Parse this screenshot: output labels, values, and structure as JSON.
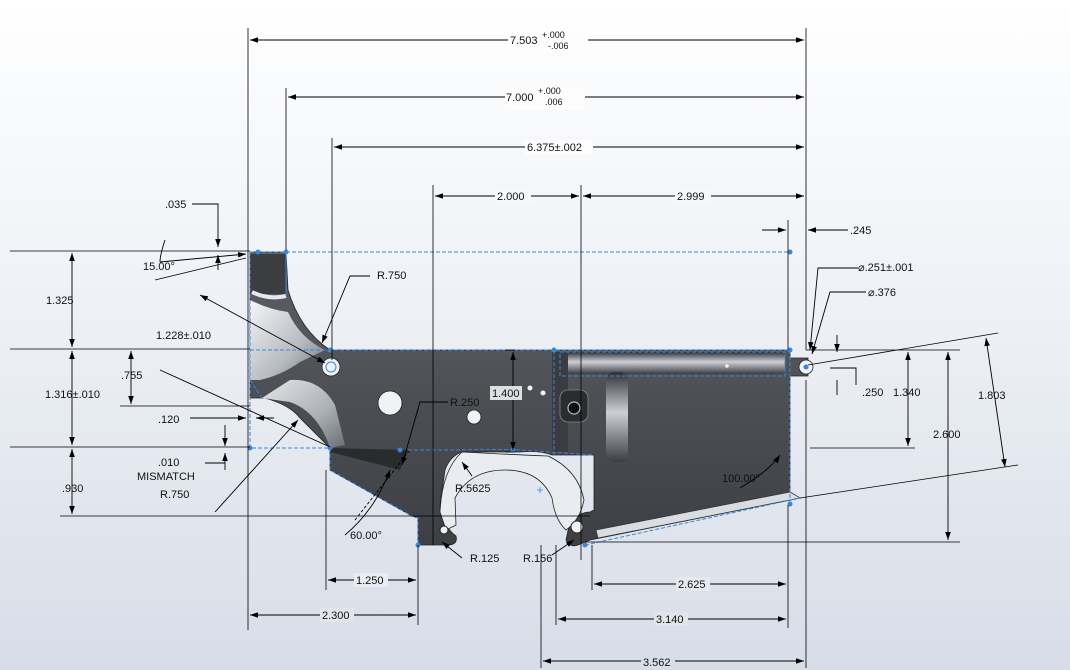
{
  "dimensions": {
    "overall_length": "7.503",
    "overall_tol_plus": "+.000",
    "overall_tol_minus": "-.006",
    "length_7": "7.000",
    "length_7_tol_plus": "+.000",
    "length_7_tol_minus": ".006",
    "length_6375": "6.375±.002",
    "dim_2000": "2.000",
    "dim_2999": "2.999",
    "dim_035": ".035",
    "dim_245": ".245",
    "angle_15": "15.00°",
    "radius_750_top": "R.750",
    "dia_251": "⌀.251±.001",
    "dia_376": "⌀.376",
    "dim_1325": "1.325",
    "dim_1228": "1.228±.010",
    "dim_1316": "1.316±.010",
    "dim_755": ".755",
    "dim_120": ".120",
    "radius_250": "R.250",
    "dim_1400": "1.400",
    "dim_010": ".010",
    "mismatch": "MISMATCH",
    "radius_750_bottom": "R.750",
    "dim_930": ".930",
    "radius_5625": "R.5625",
    "angle_60": "60.00°",
    "radius_125": "R.125",
    "radius_156": "R.156",
    "dim_1250": "1.250",
    "dim_2300": "2.300",
    "dim_2625": "2.625",
    "dim_3140": "3.140",
    "dim_3562": "3.562",
    "angle_100": "100.00°",
    "dim_250": ".250",
    "dim_1340": "1.340",
    "dim_1803": "1.803",
    "dim_2600": "2.600"
  },
  "colors": {
    "part_fill": "#55585d",
    "part_dark": "#34363a",
    "part_highlight": "#c9ccd2",
    "selection": "#3a86d8"
  }
}
